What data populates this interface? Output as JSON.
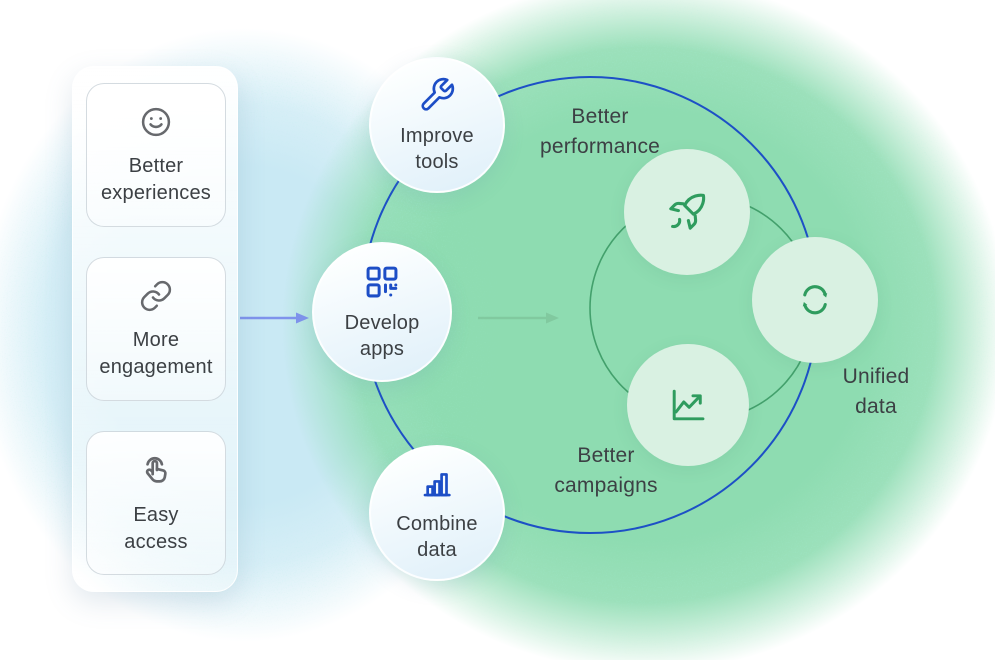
{
  "colors": {
    "text": "#3c4044",
    "icon-gray": "#67696d",
    "icon-blue": "#1d4ec6",
    "icon-green": "#2f9c5e",
    "ring-blue": "#1d50c6",
    "ring-green": "#43a06c",
    "blob-green": "#8edcb1",
    "blob-blue": "#c9e9f4",
    "arrow-blue": "#7f93ec",
    "arrow-green": "#77bb92",
    "mint-circle": "#d9f1e2"
  },
  "panel": {
    "items": [
      {
        "id": "better-experiences",
        "icon": "smiley-icon",
        "label": "Better\nexperiences"
      },
      {
        "id": "more-engagement",
        "icon": "link-icon",
        "label": "More\nengagement"
      },
      {
        "id": "easy-access",
        "icon": "tap-icon",
        "label": "Easy\naccess"
      }
    ]
  },
  "process": {
    "improve_tools": {
      "icon": "wrench-icon",
      "label": "Improve\ntools"
    },
    "develop_apps": {
      "icon": "apps-grid-icon",
      "label": "Develop\napps"
    },
    "combine_data": {
      "icon": "bar-chart-icon",
      "label": "Combine\ndata"
    }
  },
  "outcome_circles": [
    {
      "icon": "rocket-icon"
    },
    {
      "icon": "sync-icon"
    },
    {
      "icon": "trend-chart-icon"
    }
  ],
  "outcome_labels": {
    "better_performance": "Better\nperformance",
    "unified_data": "Unified\ndata",
    "better_campaigns": "Better\ncampaigns"
  }
}
